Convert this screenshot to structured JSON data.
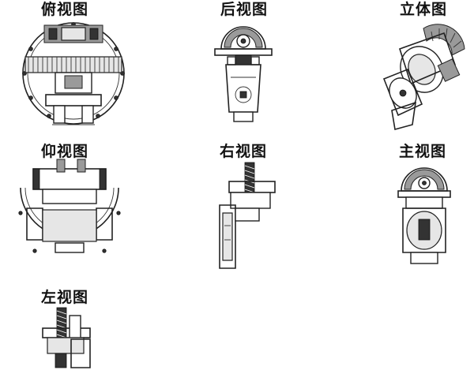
{
  "views": [
    {
      "id": "top",
      "caption": "俯视图"
    },
    {
      "id": "rear",
      "caption": "后视图"
    },
    {
      "id": "iso",
      "caption": "立体图"
    },
    {
      "id": "bottom",
      "caption": "仰视图"
    },
    {
      "id": "right",
      "caption": "右视图"
    },
    {
      "id": "front",
      "caption": "主视图"
    },
    {
      "id": "left",
      "caption": "左视图"
    }
  ]
}
